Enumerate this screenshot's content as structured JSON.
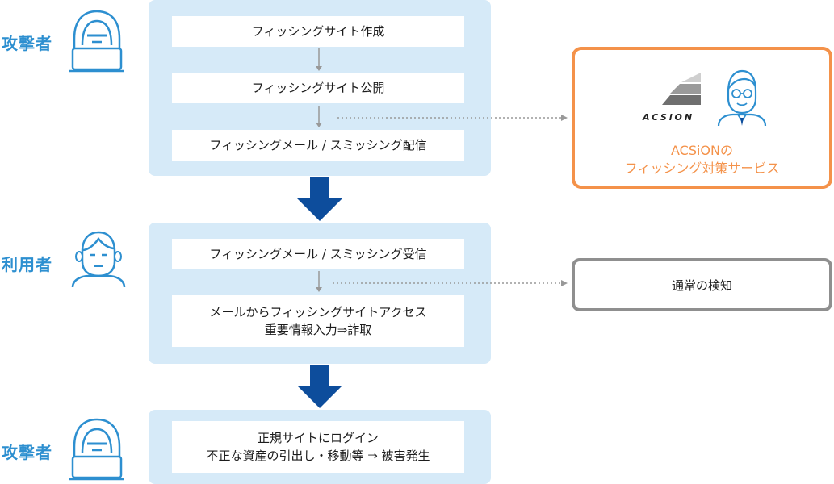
{
  "roles": {
    "attacker_top": "攻撃者",
    "user": "利用者",
    "attacker_bottom": "攻撃者"
  },
  "attacker_steps": [
    "フィッシングサイト作成",
    "フィッシングサイト公開",
    "フィッシングメール / スミッシング配信"
  ],
  "user_steps": [
    "フィッシングメール / スミッシング受信",
    "メールからフィッシングサイトアクセス\n重要情報入力⇒詐取"
  ],
  "final_step": "正規サイトにログイン\n不正な資産の引出し・移動等 ⇒ 被害発生",
  "acsion": {
    "logo_text": "ACSiON",
    "service_line1": "ACSiONの",
    "service_line2": "フィッシング対策サービス"
  },
  "normal_detection": "通常の検知",
  "colors": {
    "panel_bg": "#d6eaf8",
    "role_text": "#2d8fd0",
    "arrow_blue": "#0d4d9c",
    "orange": "#f4924a",
    "gray_border": "#8f8f8f",
    "connector": "#999999"
  }
}
